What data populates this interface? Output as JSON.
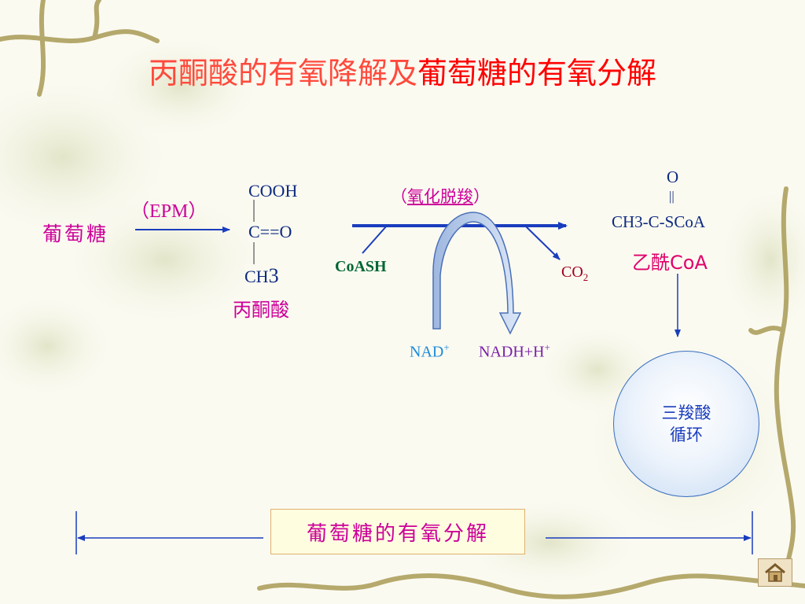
{
  "title": {
    "part1": "丙酮酸的有氧降解及",
    "part2": "葡萄糖的有氧分解"
  },
  "glucose": "葡萄糖",
  "epm": "（EPM）",
  "pyruvate": {
    "cooh": "COOH",
    "co": "C==O",
    "ch": "CH",
    "ch_sub": "3",
    "name": "丙酮酸"
  },
  "oxidative_decarboxylation": {
    "open": "（",
    "label": "氧化脱羧",
    "close": "）"
  },
  "coash": "CoASH",
  "co2": {
    "base": "CO",
    "sub": "2"
  },
  "nad": {
    "base": "NAD",
    "sup": "+"
  },
  "nadh": {
    "base": "NADH+H",
    "sup": "+"
  },
  "acetyl_coa": {
    "o": "O",
    "bond": "||",
    "formula": "CH3-C-SCoA",
    "name": "乙酰CoA"
  },
  "tca_cycle": {
    "line1": "三羧酸",
    "line2": "循环"
  },
  "bottom_label": "葡萄糖的有氧分解",
  "home_button": "home-icon"
}
